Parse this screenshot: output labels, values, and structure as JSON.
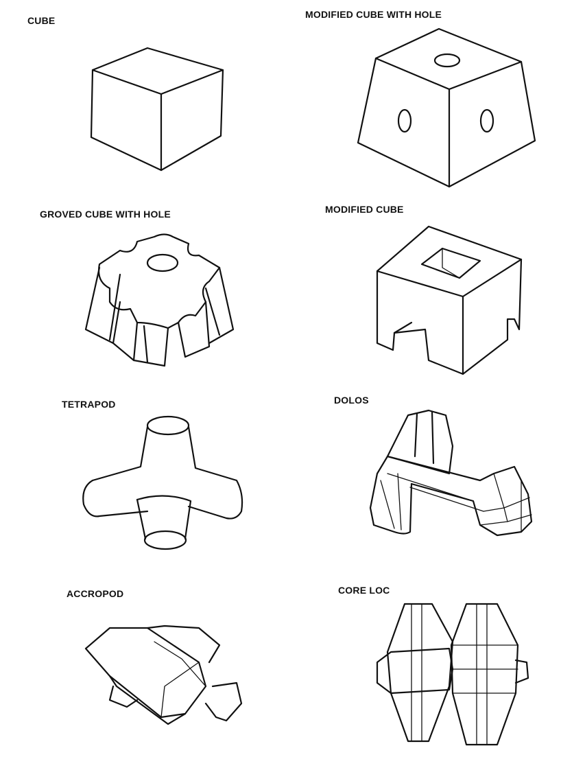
{
  "title": "Concrete armour unit shapes",
  "units": [
    {
      "label": "CUBE"
    },
    {
      "label": "MODIFIED CUBE WITH HOLE"
    },
    {
      "label": "GROVED CUBE WITH HOLE"
    },
    {
      "label": "MODIFIED CUBE"
    },
    {
      "label": "TETRAPOD"
    },
    {
      "label": "DOLOS"
    },
    {
      "label": "ACCROPOD"
    },
    {
      "label": "CORE LOC"
    }
  ]
}
